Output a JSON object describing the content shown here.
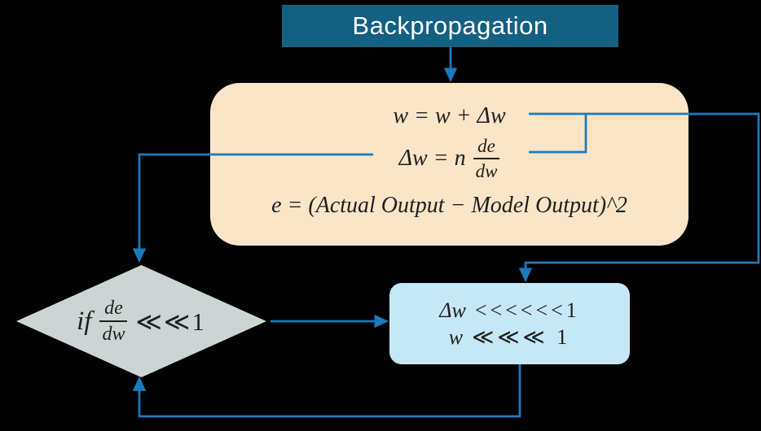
{
  "title": {
    "label": "Backpropagation"
  },
  "formula_box": {
    "eq1": "w = w + Δw",
    "eq2_lhs": "Δw = n",
    "eq2_frac_num": "de",
    "eq2_frac_den": "dw",
    "eq3": "e = (Actual Output − Model Output)^2"
  },
  "decision": {
    "prefix": "if",
    "frac_num": "de",
    "frac_den": "dw",
    "condition": "≪≪1"
  },
  "result_box": {
    "line1_var": "Δw",
    "line1_op": "<<<<<<1",
    "line2_var": "w",
    "line2_op": "≪≪≪ 1"
  },
  "colors": {
    "background": "#000000",
    "title_fill": "#136083",
    "title_text": "#FFFFFF",
    "formula_fill": "#FBE5C8",
    "result_fill": "#C6E7F7",
    "diamond_fill": "#CCD5D4",
    "connector": "#1B7BBE",
    "text": "#1F1F1F"
  }
}
